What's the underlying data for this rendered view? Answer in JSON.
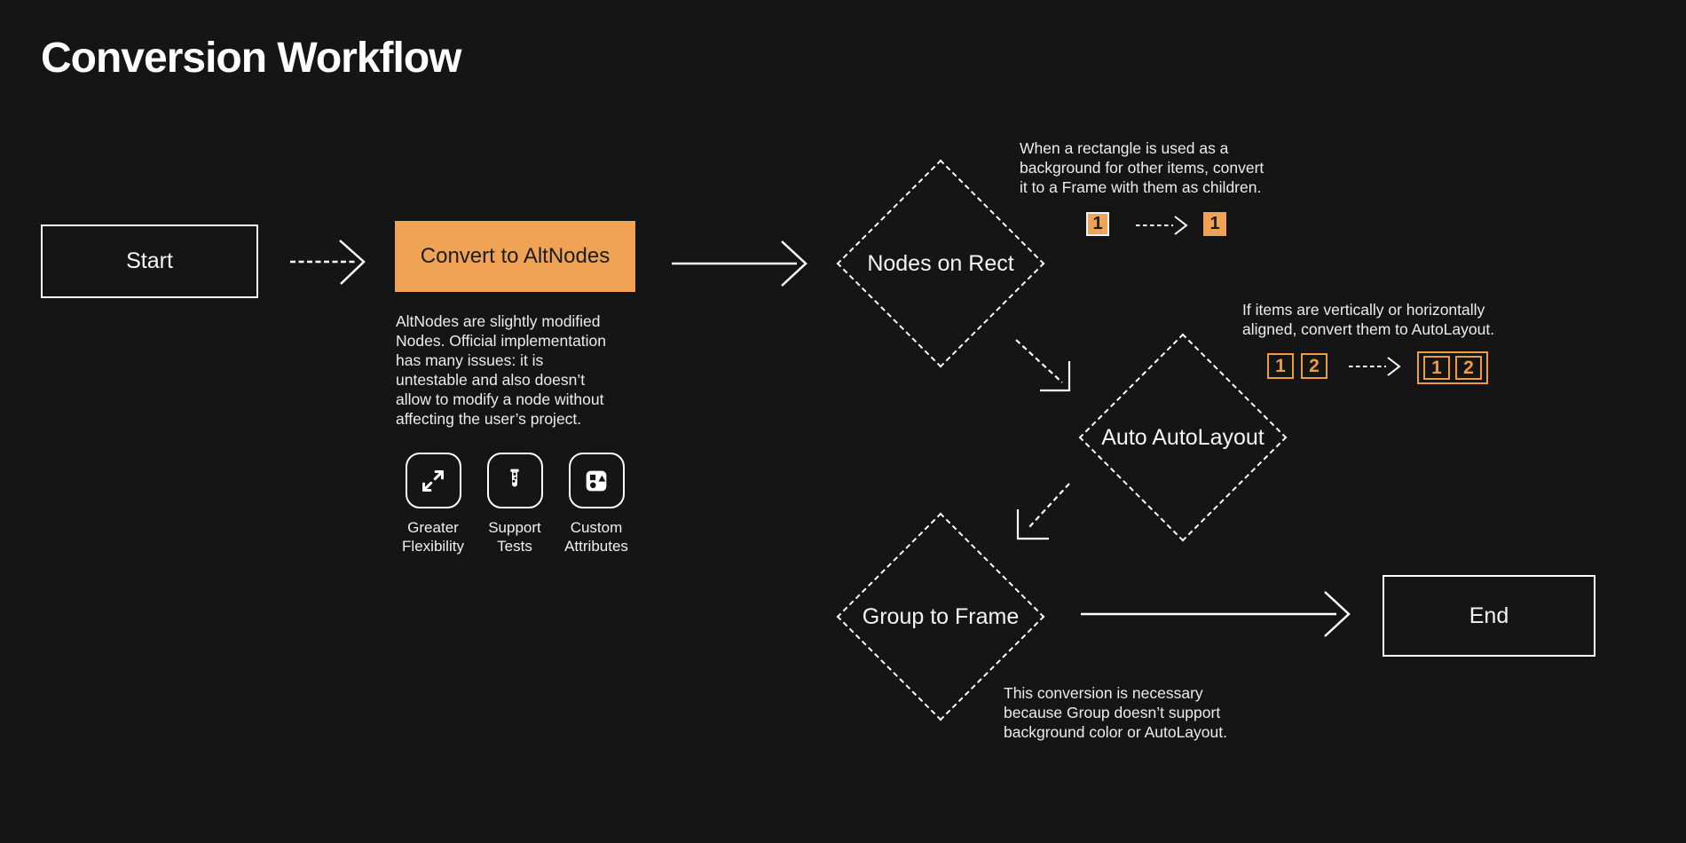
{
  "title": "Conversion Workflow",
  "colors": {
    "background": "#151515",
    "accent": "#F0A355",
    "accent_border": "#EE9B41",
    "line": "#FFFFFF",
    "text": "#ECECEC",
    "dark_text": "#1D1D1D"
  },
  "flow": {
    "start": {
      "label": "Start"
    },
    "convert": {
      "label": "Convert to AltNodes",
      "description": "AltNodes are slightly modified\nNodes. Official implementation\nhas many issues: it is\nuntestable and also doesn’t\nallow to modify a node without\naffecting the user’s project.",
      "features": [
        {
          "icon": "expand-icon",
          "label": "Greater\nFlexibility"
        },
        {
          "icon": "test-tube-icon",
          "label": "Support\nTests"
        },
        {
          "icon": "shapes-icon",
          "label": "Custom\nAttributes"
        }
      ]
    },
    "nodes_on_rect": {
      "label": "Nodes on Rect",
      "annotation": "When a rectangle is used as a\nbackground for other items, convert\nit to a Frame with them as children.",
      "example": {
        "before": "1",
        "after": "1"
      }
    },
    "auto_autolayout": {
      "label": "Auto AutoLayout",
      "annotation": "If items are vertically or horizontally\naligned, convert them to AutoLayout.",
      "example": {
        "before": [
          "1",
          "2"
        ],
        "after": [
          "1",
          "2"
        ]
      }
    },
    "group_to_frame": {
      "label": "Group to Frame",
      "annotation": "This conversion is necessary\nbecause Group doesn’t support\nbackground color or AutoLayout."
    },
    "end": {
      "label": "End"
    }
  }
}
